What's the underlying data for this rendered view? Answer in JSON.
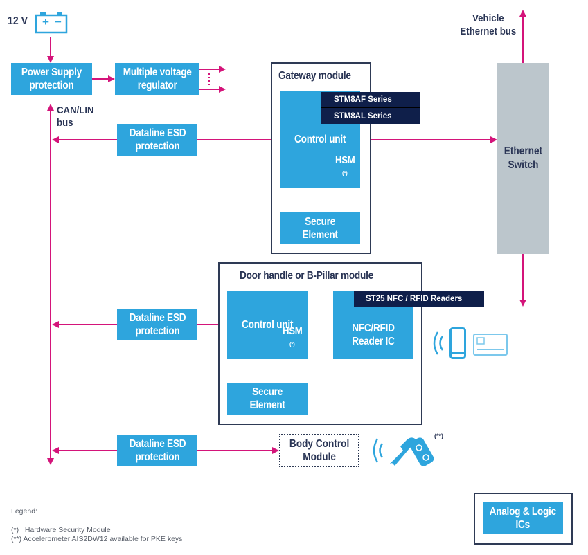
{
  "power": {
    "battery_label": "12 V",
    "battery_plus": "+",
    "battery_minus": "−",
    "power_supply": "Power Supply\nprotection",
    "regulator": "Multiple voltage\nregulator"
  },
  "bus": {
    "can_lin": "CAN/LIN\nbus",
    "vehicle_ethernet": "Vehicle\nEthernet bus",
    "ethernet_switch": "Ethernet\nSwitch"
  },
  "esd": [
    {
      "label": "Dataline ESD\nprotection"
    },
    {
      "label": "Dataline ESD\nprotection"
    },
    {
      "label": "Dataline ESD\nprotection"
    }
  ],
  "gateway": {
    "title": "Gateway module",
    "control_unit": "Control unit",
    "hsm": "HSM",
    "hsm_mark": "(*)",
    "secure_element": "Secure\nElement",
    "products": [
      "STM8AF Series",
      "STM8AL Series"
    ]
  },
  "door": {
    "title": "Door handle or B-Pillar module",
    "control_unit": "Control unit",
    "hsm": "HSM",
    "hsm_mark": "(*)",
    "secure_element": "Secure\nElement",
    "reader": "NFC/RFID\nReader IC",
    "product": "ST25 NFC / RFID Readers",
    "icons": [
      "wireless-signal-icon",
      "smartphone-icon",
      "id-card-icon"
    ]
  },
  "body_control": {
    "label": "Body Control\nModule",
    "key_mark": "(**)",
    "icons": [
      "wireless-signal-icon",
      "car-key-fob-icon"
    ]
  },
  "legend": {
    "title": "Legend:",
    "items": [
      "(*)   Hardware Security Module",
      "(**) Accelerometer AIS2DW12 available for PKE keys"
    ]
  },
  "analog_logic": "Analog & Logic\nICs",
  "colors": {
    "block_blue": "#2ea5dd",
    "arrow_magenta": "#d4147a",
    "frame_navy": "#2e3a55",
    "product_tag": "#0f1f4a",
    "switch_gray": "#bcc6cc"
  }
}
